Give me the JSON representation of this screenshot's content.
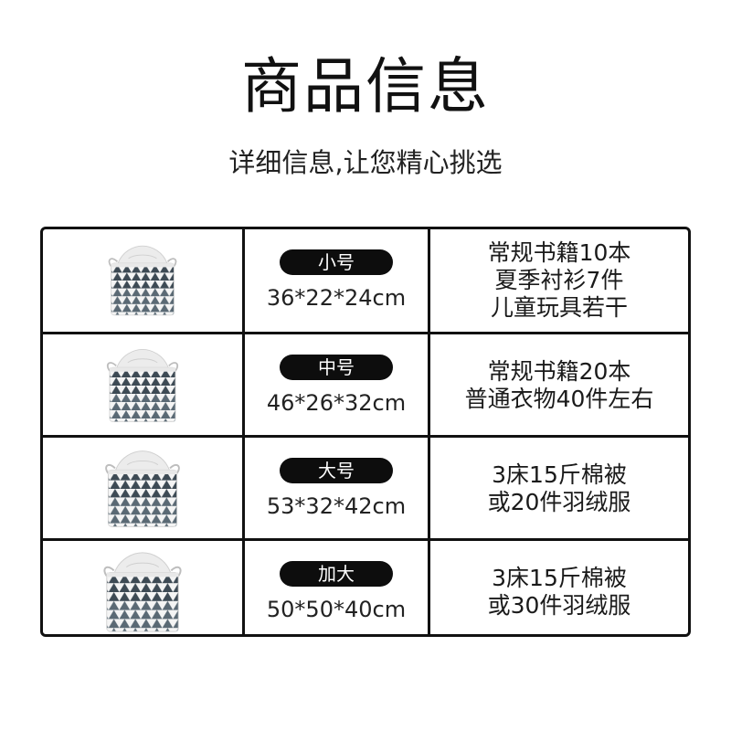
{
  "header": {
    "title": "商品信息",
    "subtitle": "详细信息,让您精心挑选"
  },
  "rows": [
    {
      "size_label": "小号",
      "dimensions": "36*22*24cm",
      "capacity": [
        "常规书籍10本",
        "夏季衬衫7件",
        "儿童玩具若干"
      ]
    },
    {
      "size_label": "中号",
      "dimensions": "46*26*32cm",
      "capacity": [
        "常规书籍20本",
        "普通衣物40件左右"
      ]
    },
    {
      "size_label": "大号",
      "dimensions": "53*32*42cm",
      "capacity": [
        "3床15斤棉被",
        "或20件羽绒服"
      ]
    },
    {
      "size_label": "加大",
      "dimensions": "50*50*40cm",
      "capacity": [
        "3床15斤棉被",
        "或30件羽绒服"
      ]
    }
  ],
  "colors": {
    "border": "#111111",
    "pill_bg": "#0d0d0d",
    "pill_text": "#ffffff",
    "bag_body": "#f2f2f2",
    "bag_pattern": "#3d4a54"
  }
}
